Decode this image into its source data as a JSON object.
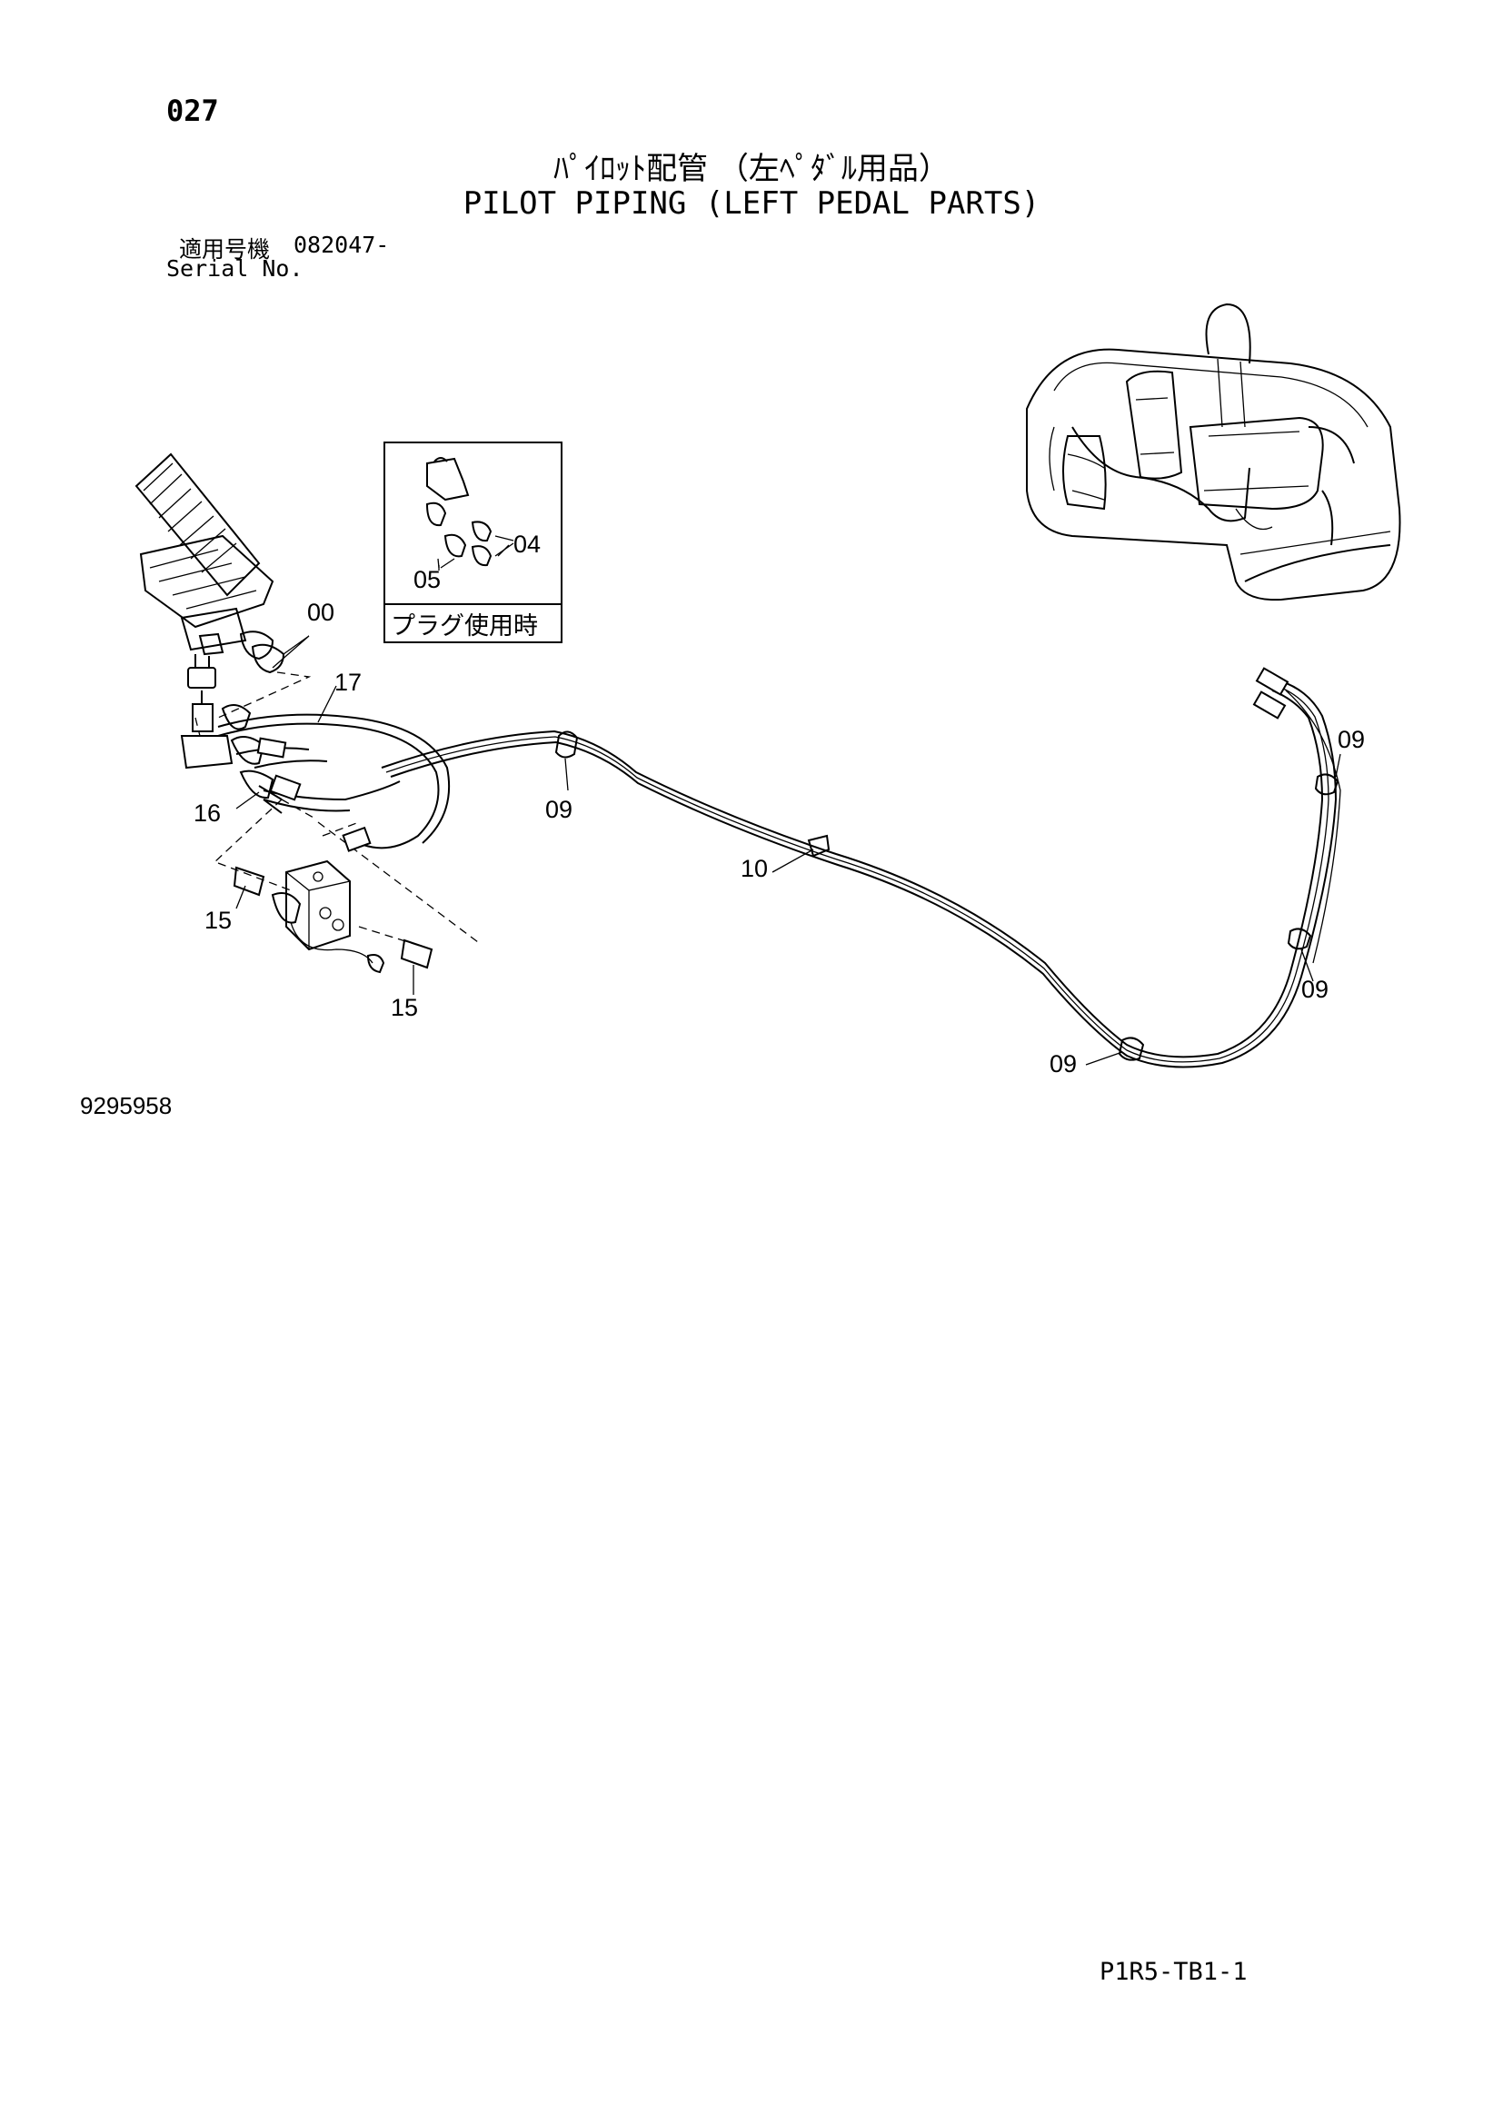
{
  "page_number": "027",
  "title_jp": "ﾊﾟｲﾛｯﾄ配管 （左ﾍﾟﾀﾞﾙ用品）",
  "title_en": "PILOT PIPING (LEFT PEDAL PARTS)",
  "serial": {
    "label_jp": "適用号機",
    "label_en": "Serial No.",
    "value": "082047-"
  },
  "inset_caption": "プラグ使用時",
  "callouts": {
    "p00": "00",
    "p04": "04",
    "p05": "05",
    "p09a": "09",
    "p09b": "09",
    "p09c": "09",
    "p09d": "09",
    "p10": "10",
    "p15a": "15",
    "p15b": "15",
    "p16": "16",
    "p17": "17"
  },
  "drawing_number": "9295958",
  "page_code": "P1R5-TB1-1"
}
